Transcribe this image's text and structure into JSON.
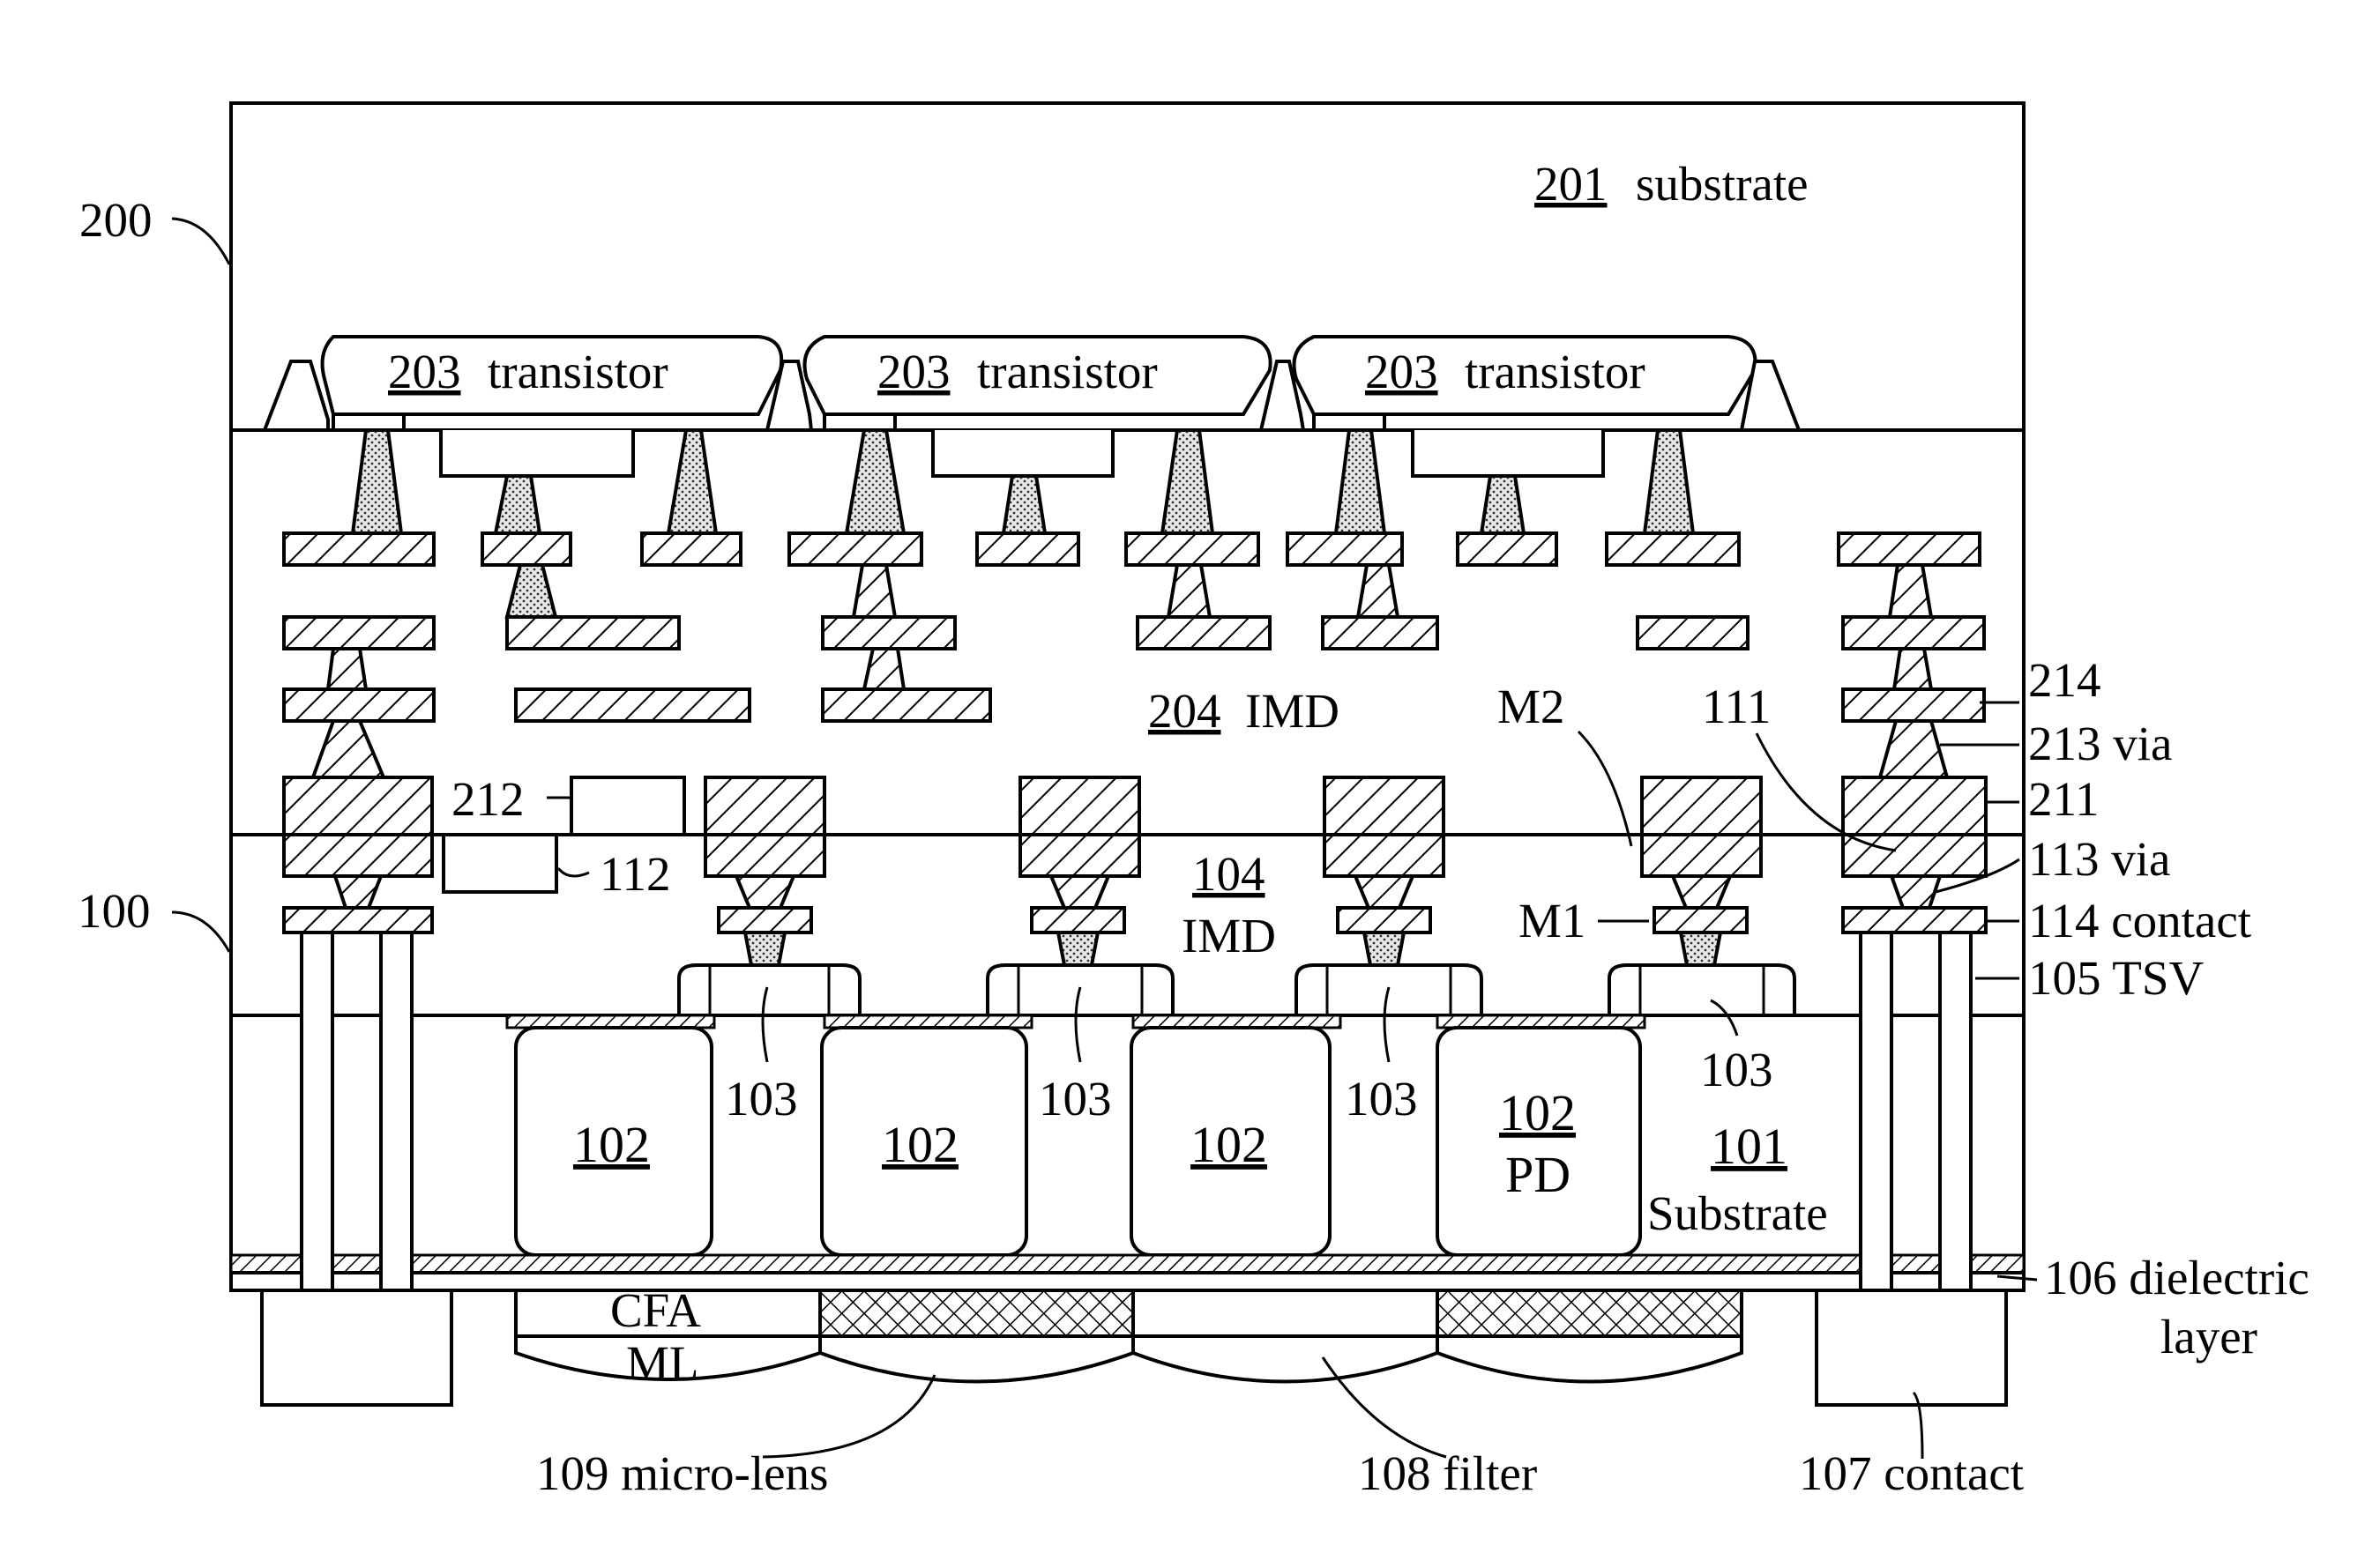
{
  "labels": {
    "l200": "200",
    "l201num": "201",
    "l201text": "substrate",
    "l203num": "203",
    "l203text": "transistor",
    "l204num": "204",
    "l204text": "IMD",
    "l212": "212",
    "l112": "112",
    "l104num": "104",
    "l104text": "IMD",
    "lM2": "M2",
    "l111": "111",
    "l214": "214",
    "l213": "213 via",
    "l211": "211",
    "l113": "113 via",
    "lM1": "M1",
    "l114": "114 contact",
    "l100": "100",
    "l105": "105 TSV",
    "l103": "103",
    "l102": "102",
    "lPD": "PD",
    "l101num": "101",
    "l101text": "Substrate",
    "l106a": "106 dielectric",
    "l106b": "layer",
    "lCFA": "CFA",
    "lML": "ML",
    "l109": "109 micro-lens",
    "l108": "108 filter",
    "l107": "107 contact"
  }
}
